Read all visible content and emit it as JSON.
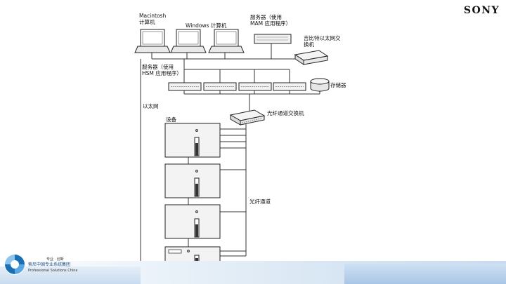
{
  "brand": "SONY",
  "labels": {
    "mac": "Macintosh\n计算机",
    "windows": "Windows 计算机",
    "mam_server": "服务器（使用\nMAM 应用程序）",
    "gigabit_switch": "吉比特以太网交\n换机",
    "hsm_server": "服务器（使用\nHSM 应用程序）",
    "storage": "存储器",
    "ethernet": "以太网",
    "fc_switch": "光纤通道交换机",
    "device": "设备",
    "fiber_channel": "光纤通道"
  },
  "footer": {
    "tagline": "专业 · 创新",
    "org_cn": "索尼中国专业系统集团",
    "org_en": "Professional Solutions China"
  },
  "colors": {
    "line": "#333333",
    "device_body": "#f3f3f3",
    "accent_blue": "#1b6fb5"
  }
}
